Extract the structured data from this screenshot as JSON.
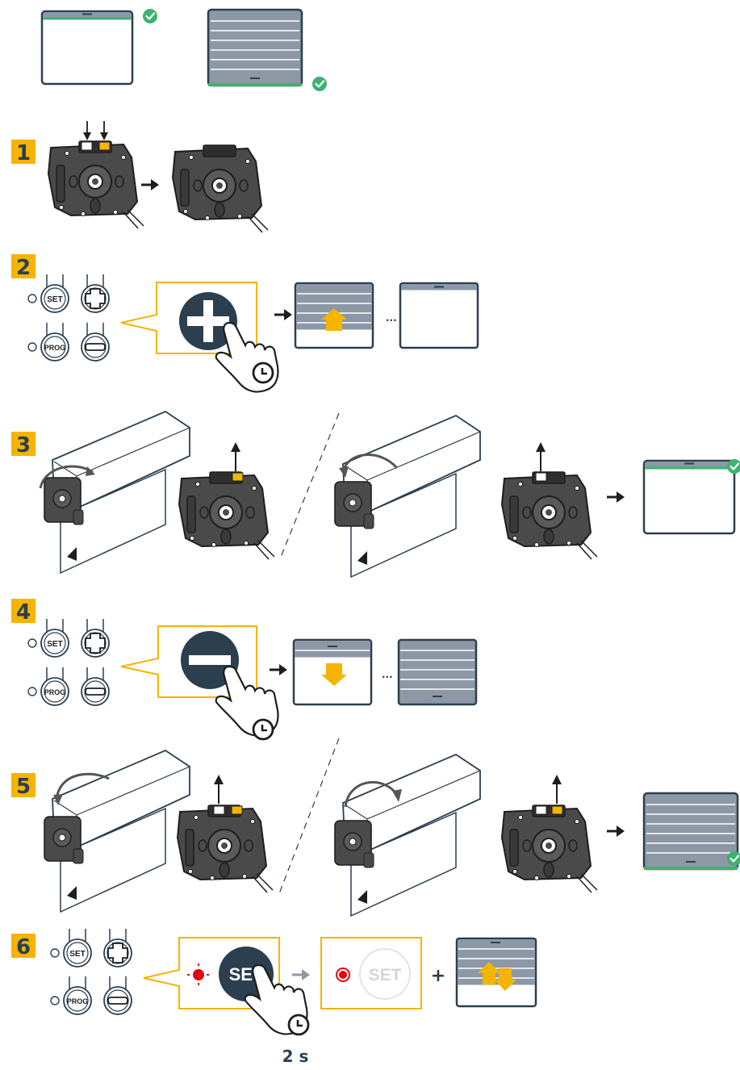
{
  "steps": [
    "1",
    "2",
    "3",
    "4",
    "5",
    "6"
  ],
  "buttons": {
    "set": "SET",
    "prog": "PROG"
  },
  "duration": "2 s",
  "ellipsis": "...",
  "plus": "+",
  "colors": {
    "accent": "#f5b400",
    "dark": "#2b3f4f",
    "slat": "#8d98a7",
    "green": "#3cb371",
    "red": "#e30613",
    "motor": "#4a4a4a"
  },
  "icons": [
    "check-icon",
    "arrow-right-icon",
    "clock-icon",
    "hand-icon",
    "plus-icon",
    "minus-icon",
    "arrow-up-icon",
    "arrow-down-icon"
  ]
}
